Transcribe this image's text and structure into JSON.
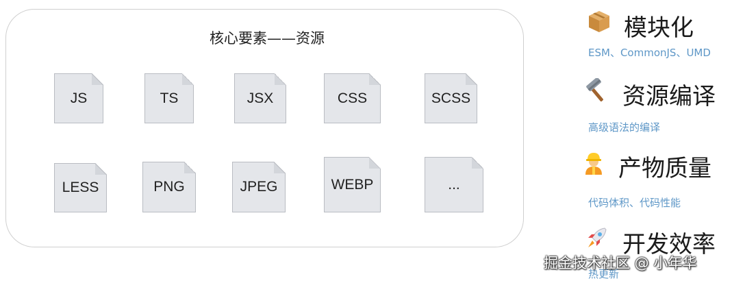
{
  "panel": {
    "title": "核心要素——资源",
    "files": [
      "JS",
      "TS",
      "JSX",
      "CSS",
      "SCSS",
      "LESS",
      "PNG",
      "JPEG",
      "WEBP",
      "..."
    ]
  },
  "features": [
    {
      "icon": "package-icon",
      "title": "模块化",
      "subtitle": "ESM、CommonJS、UMD"
    },
    {
      "icon": "hammer-icon",
      "title": "资源编译",
      "subtitle": "高级语法的编译"
    },
    {
      "icon": "construction-worker-icon",
      "title": "产物质量",
      "subtitle": "代码体积、代码性能"
    },
    {
      "icon": "rocket-icon",
      "title": "开发效率",
      "subtitle": "热更新"
    }
  ],
  "watermark": "掘金技术社区 @ 小年华"
}
